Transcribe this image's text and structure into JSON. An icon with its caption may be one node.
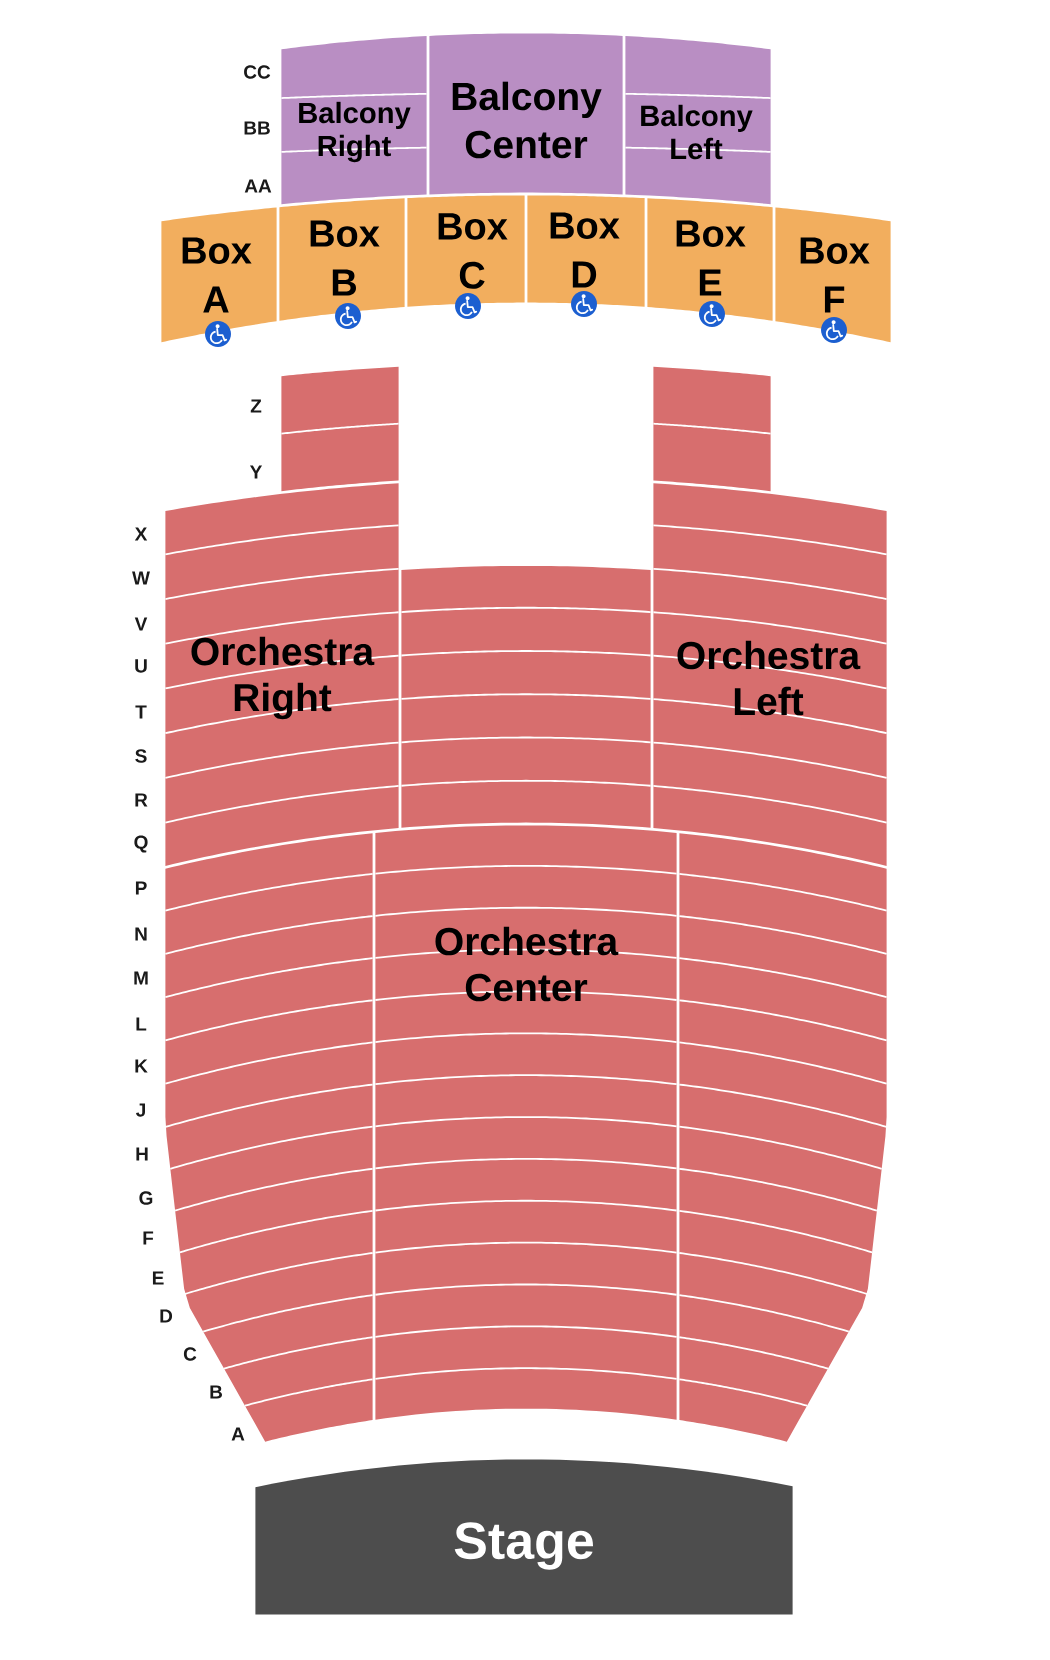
{
  "diagram": {
    "nodes": [
      {
        "text": [
          "Balcony Right"
        ]
      },
      {
        "text": [
          "Balcony Center"
        ]
      },
      {
        "text": [
          "Balcony Left"
        ]
      },
      {
        "text": [
          "Box A"
        ]
      },
      {
        "text": [
          "Box B"
        ]
      },
      {
        "text": [
          "Box C"
        ]
      },
      {
        "text": [
          "Box D"
        ]
      },
      {
        "text": [
          "Box E"
        ]
      },
      {
        "text": [
          "Box F"
        ]
      },
      {
        "text": [],
        "shape": "box"
      },
      {
        "text": [],
        "shape": "box"
      },
      {
        "text": [
          "Orchestra Right"
        ]
      },
      {
        "text": [],
        "shape": "box"
      },
      {
        "text": [
          "Orchestra Left"
        ]
      },
      {
        "text": [],
        "shape": "box"
      },
      {
        "text": [
          "Orchestra Center"
        ]
      },
      {
        "text": [],
        "shape": "box"
      },
      {
        "text": [
          "Stage"
        ]
      }
    ],
    "labels": [
      "CC",
      "BB",
      "AA",
      "Z",
      "Y",
      "X",
      "W",
      "V",
      "U",
      "T",
      "S",
      "R",
      "Q",
      "P",
      "N",
      "M",
      "L",
      "K",
      "J",
      "H",
      "G",
      "F",
      "E",
      "D",
      "C",
      "B",
      "A"
    ]
  }
}
